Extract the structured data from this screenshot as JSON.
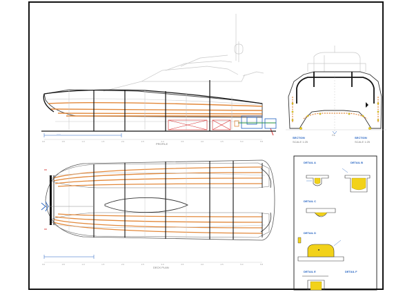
{
  "profile": {
    "title": "PROFILE",
    "ticks": [
      "0.0",
      "0.5",
      "1.0",
      "1.5",
      "2.0",
      "2.5",
      "3.0",
      "3.5",
      "4.0",
      "4.5",
      "5.0",
      "5.5"
    ]
  },
  "deck_plan": {
    "title": "DECK PLAN",
    "ticks": [
      "0.0",
      "0.5",
      "1.0",
      "1.5",
      "2.0",
      "2.5",
      "3.0",
      "3.5",
      "4.0",
      "4.5",
      "5.0",
      "5.5"
    ]
  },
  "sections": {
    "stern_label": "SECTION",
    "bow_label": "SECTION",
    "stern_sub": "SCALE 1:25",
    "bow_sub": "SCALE 1:25",
    "center_label": "CL"
  },
  "details": {
    "items": [
      "DETAIL A",
      "DETAIL B",
      "DETAIL C",
      "DETAIL D",
      "DETAIL E",
      "DETAIL F"
    ]
  },
  "colors": {
    "frame": "#111111",
    "hull_orange": "#e2883a",
    "construction_gray": "#b8b8b8",
    "bulkhead": "#111111",
    "detail_yellow": "#f2d21a",
    "annotation_blue": "#1f5fc0",
    "keel_red": "#d62828",
    "fixture_green": "#1f8f3a"
  }
}
